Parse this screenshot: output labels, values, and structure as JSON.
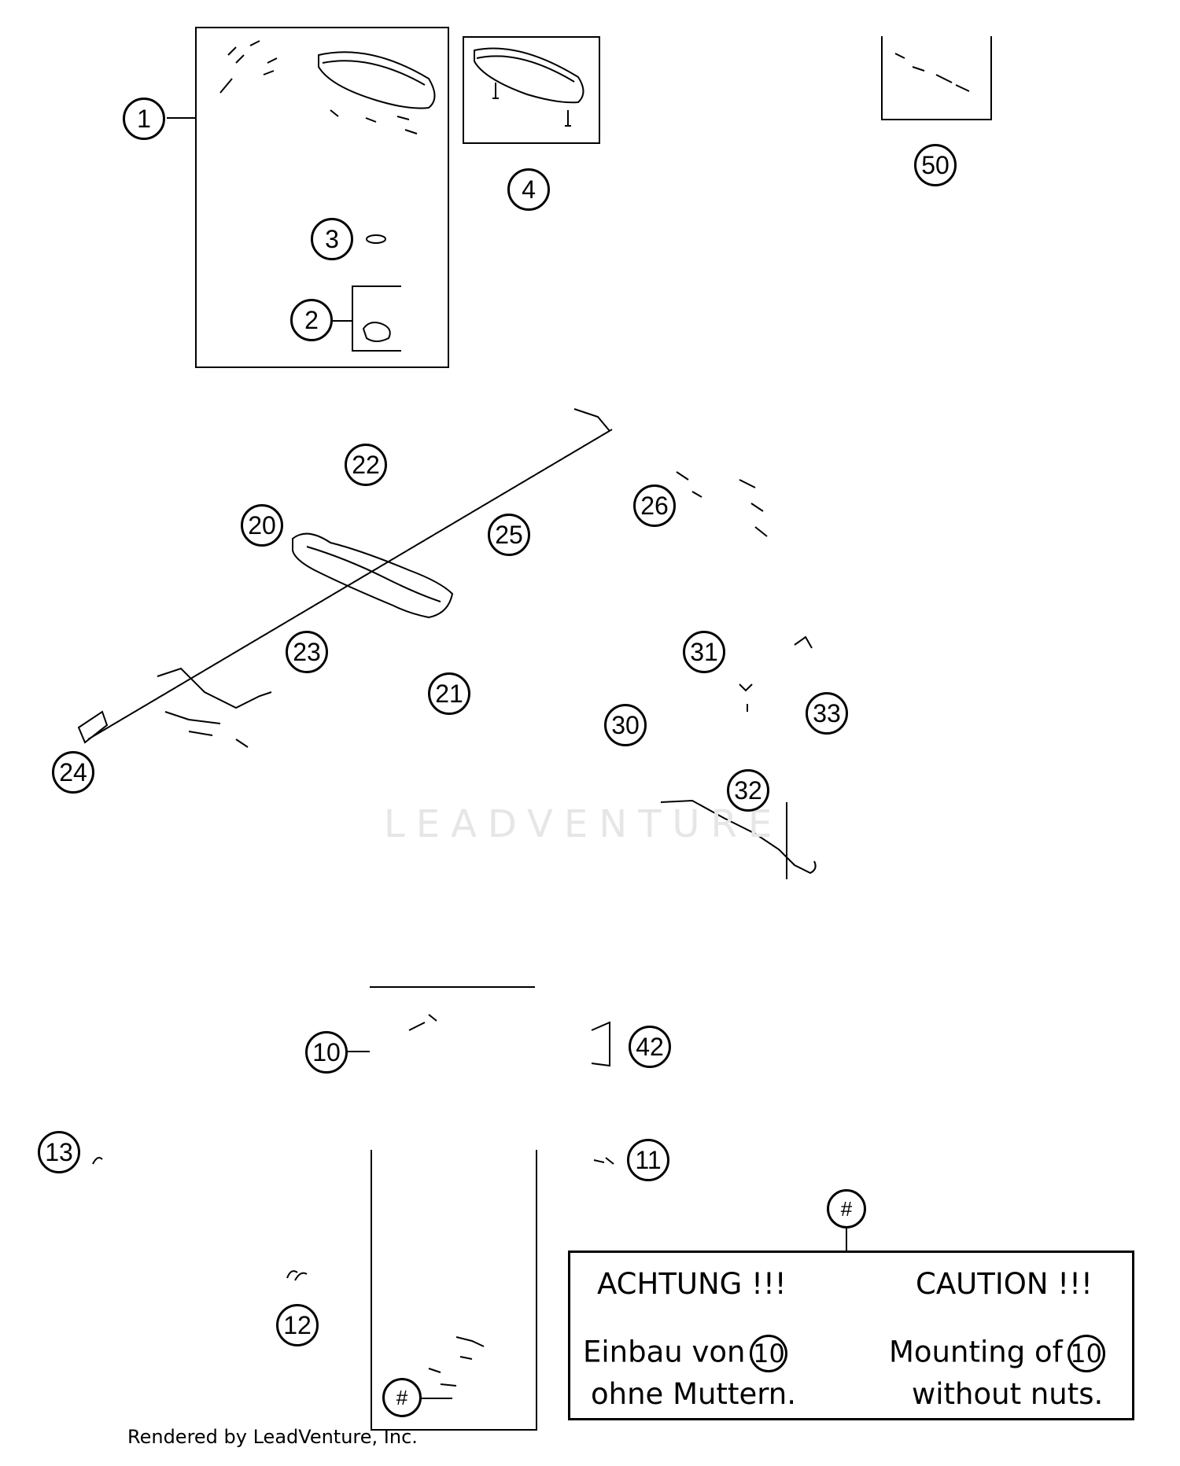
{
  "diagram": {
    "callouts": [
      "1",
      "2",
      "3",
      "4",
      "50",
      "22",
      "20",
      "25",
      "26",
      "23",
      "21",
      "24",
      "31",
      "30",
      "33",
      "32",
      "10",
      "42",
      "13",
      "11",
      "12",
      "#"
    ],
    "corner_mark": "#"
  },
  "caution": {
    "de_heading": "ACHTUNG !!!",
    "de_line1": "Einbau von",
    "de_ref": "10",
    "de_line2": "ohne Muttern.",
    "en_heading": "CAUTION !!!",
    "en_line1": "Mounting of",
    "en_ref": "10",
    "en_line2": "without nuts."
  },
  "watermark": "LEADVENTURE",
  "footer": "Rendered by LeadVenture, Inc."
}
